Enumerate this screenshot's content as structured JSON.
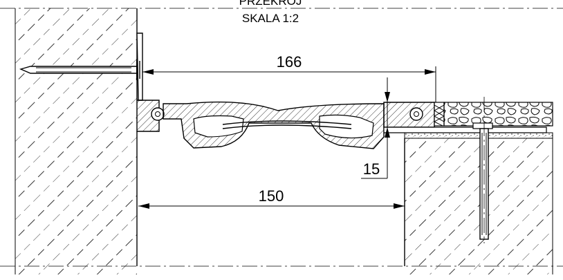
{
  "drawing": {
    "title_line1": "PRZEKRÓJ",
    "title_line2": "SKALA 1:2",
    "dimensions": {
      "overall_width": "166",
      "gap_width": "150",
      "depth": "15"
    }
  }
}
